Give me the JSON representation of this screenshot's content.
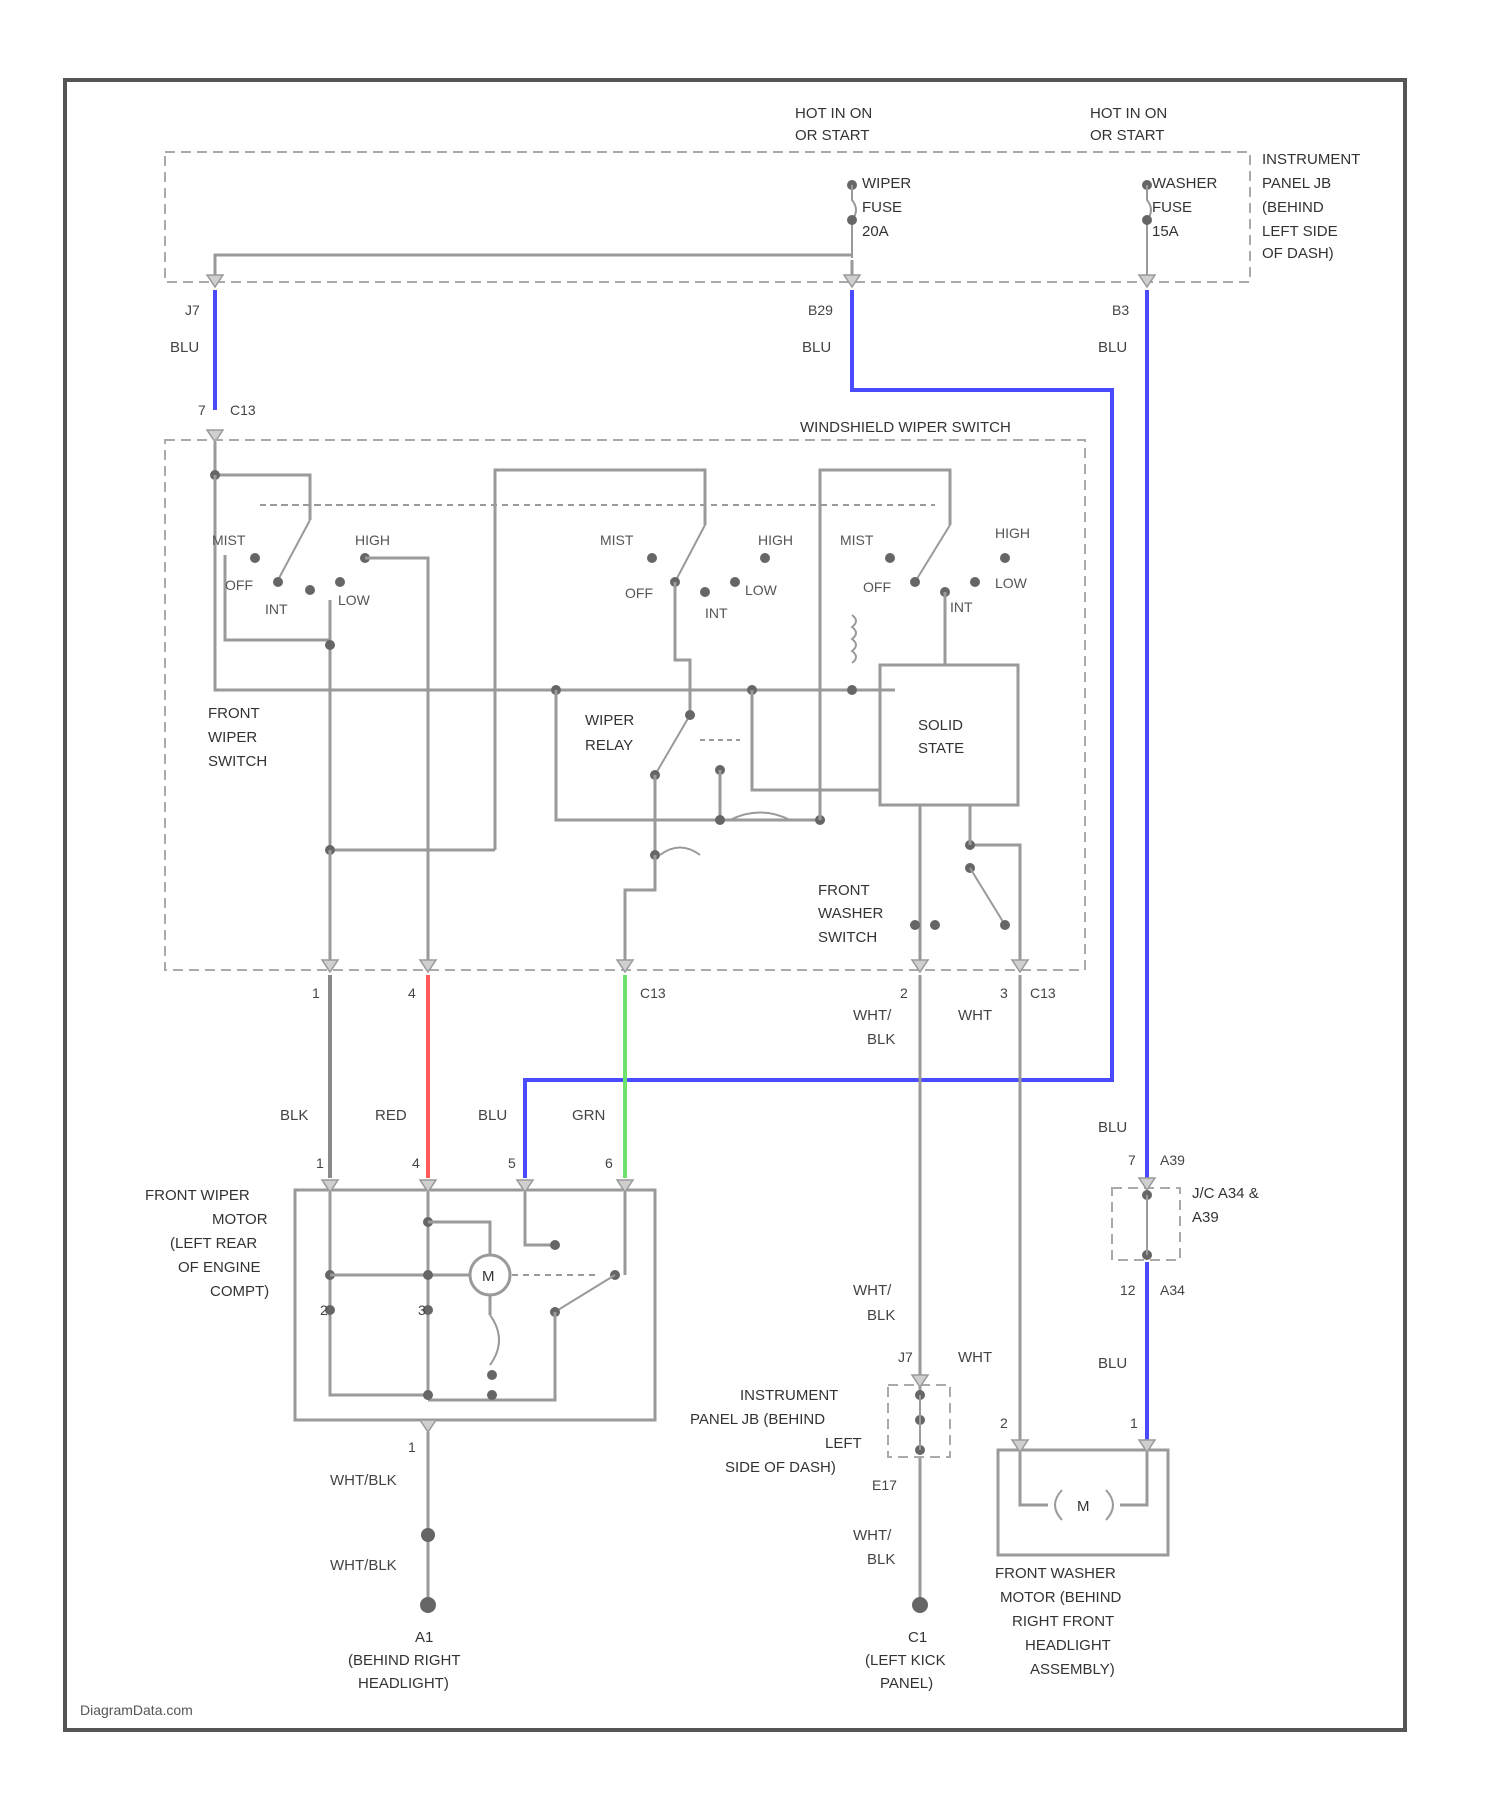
{
  "colors": {
    "blue": "#4a4aff",
    "red": "#ff5a5a",
    "green": "#6ee06e",
    "gray": "#9a9a9a",
    "frame": "#555555"
  },
  "power": {
    "hot1": [
      "HOT IN ON",
      "OR START"
    ],
    "hot2": [
      "HOT IN ON",
      "OR START"
    ],
    "fuse1": [
      "WIPER",
      "FUSE",
      "20A"
    ],
    "fuse2": [
      "WASHER",
      "FUSE",
      "15A"
    ],
    "ipjb": [
      "INSTRUMENT",
      "PANEL JB",
      "(BEHIND",
      "LEFT SIDE",
      "OF DASH)"
    ]
  },
  "pins": {
    "top_j7": "J7",
    "top_b29": "B29",
    "top_b3": "B3",
    "c13_7": "7",
    "c13": "C13",
    "bot_1": "1",
    "bot_4": "4",
    "bot_c1": "C13",
    "bot_2": "2",
    "bot_3": "3",
    "bot_c2": "C13",
    "mot_1": "1",
    "mot_4": "4",
    "mot_5": "5",
    "mot_2": "2",
    "mot_3": "3",
    "mot_6": "6",
    "mot_out": "1",
    "a39_7": "7",
    "a39": "A39",
    "a34_12": "12",
    "a34": "A34",
    "ipjb2_j7": "J7",
    "ipjb2_e17": "E17",
    "wm_2": "2",
    "wm_1": "1"
  },
  "wires": {
    "blu1": "BLU",
    "blu2": "BLU",
    "blu3": "BLU",
    "blk": "BLK",
    "red": "RED",
    "blu4": "BLU",
    "grn": "GRN",
    "wht_blk1": [
      "WHT/",
      "BLK"
    ],
    "wht1": "WHT",
    "blu5": "BLU",
    "blu6": "BLU",
    "wht_blk2": [
      "WHT/",
      "BLK"
    ],
    "wht2": "WHT",
    "wht_blk3": [
      "WHT/",
      "BLK"
    ],
    "wht_blk_a": "WHT/BLK",
    "wht_blk_b": "WHT/BLK"
  },
  "switch": {
    "title": "WINDSHIELD WIPER SWITCH",
    "front_wiper": [
      "FRONT",
      "WIPER",
      "SWITCH"
    ],
    "mist": "MIST",
    "high": "HIGH",
    "off": "OFF",
    "int": "INT",
    "low": "LOW",
    "wiper_relay": [
      "WIPER",
      "RELAY"
    ],
    "solid_state": [
      "SOLID",
      "STATE"
    ],
    "front_washer": [
      "FRONT",
      "WASHER",
      "SWITCH"
    ]
  },
  "motor": {
    "label": [
      "FRONT WIPER",
      "MOTOR",
      "(LEFT REAR",
      "OF ENGINE",
      "COMPT)"
    ],
    "symbol": "M"
  },
  "joint": [
    "J/C A34 &",
    "A39"
  ],
  "ipjb2": [
    "INSTRUMENT",
    "PANEL JB (BEHIND",
    "LEFT",
    "SIDE OF DASH)"
  ],
  "washer_motor": {
    "symbol": "M",
    "label": [
      "FRONT WASHER",
      "MOTOR (BEHIND",
      "RIGHT FRONT",
      "HEADLIGHT",
      "ASSEMBLY)"
    ]
  },
  "grounds": {
    "a1": [
      "A1",
      "(BEHIND RIGHT",
      "HEADLIGHT)"
    ],
    "c1": [
      "C1",
      "(LEFT KICK",
      "PANEL)"
    ]
  },
  "watermark": "DiagramData.com"
}
